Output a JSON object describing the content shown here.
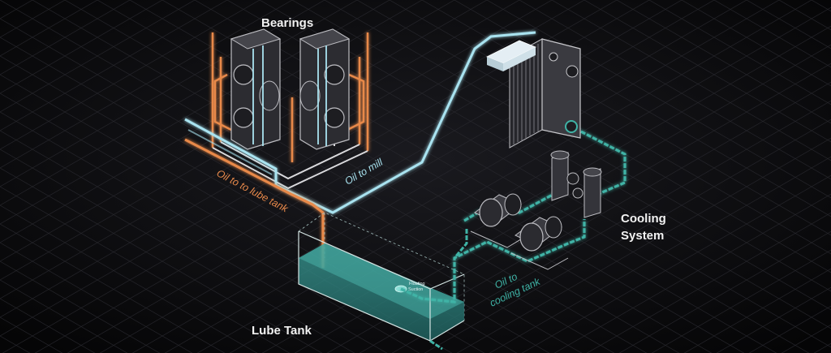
{
  "labels": {
    "bearings": "Bearings",
    "cooling_line1": "Cooling",
    "cooling_line2": "System",
    "lube_tank": "Lube Tank",
    "oil_to_mill": "Oil to mill",
    "oil_to_lube_tank": "Oil to to lube tank",
    "oil_to_cooling_line1": "Oil to",
    "oil_to_cooling_line2": "cooling tank",
    "floating_line1": "Floating",
    "floating_line2": "Suction"
  },
  "colors": {
    "background": "#0c0c0e",
    "mill_line": "#a9e3f0",
    "return_line": "#e8894a",
    "cooling_line": "#3fb3a6",
    "tank_fill": "#2f8f8a",
    "equipment": "#3a3a40"
  }
}
